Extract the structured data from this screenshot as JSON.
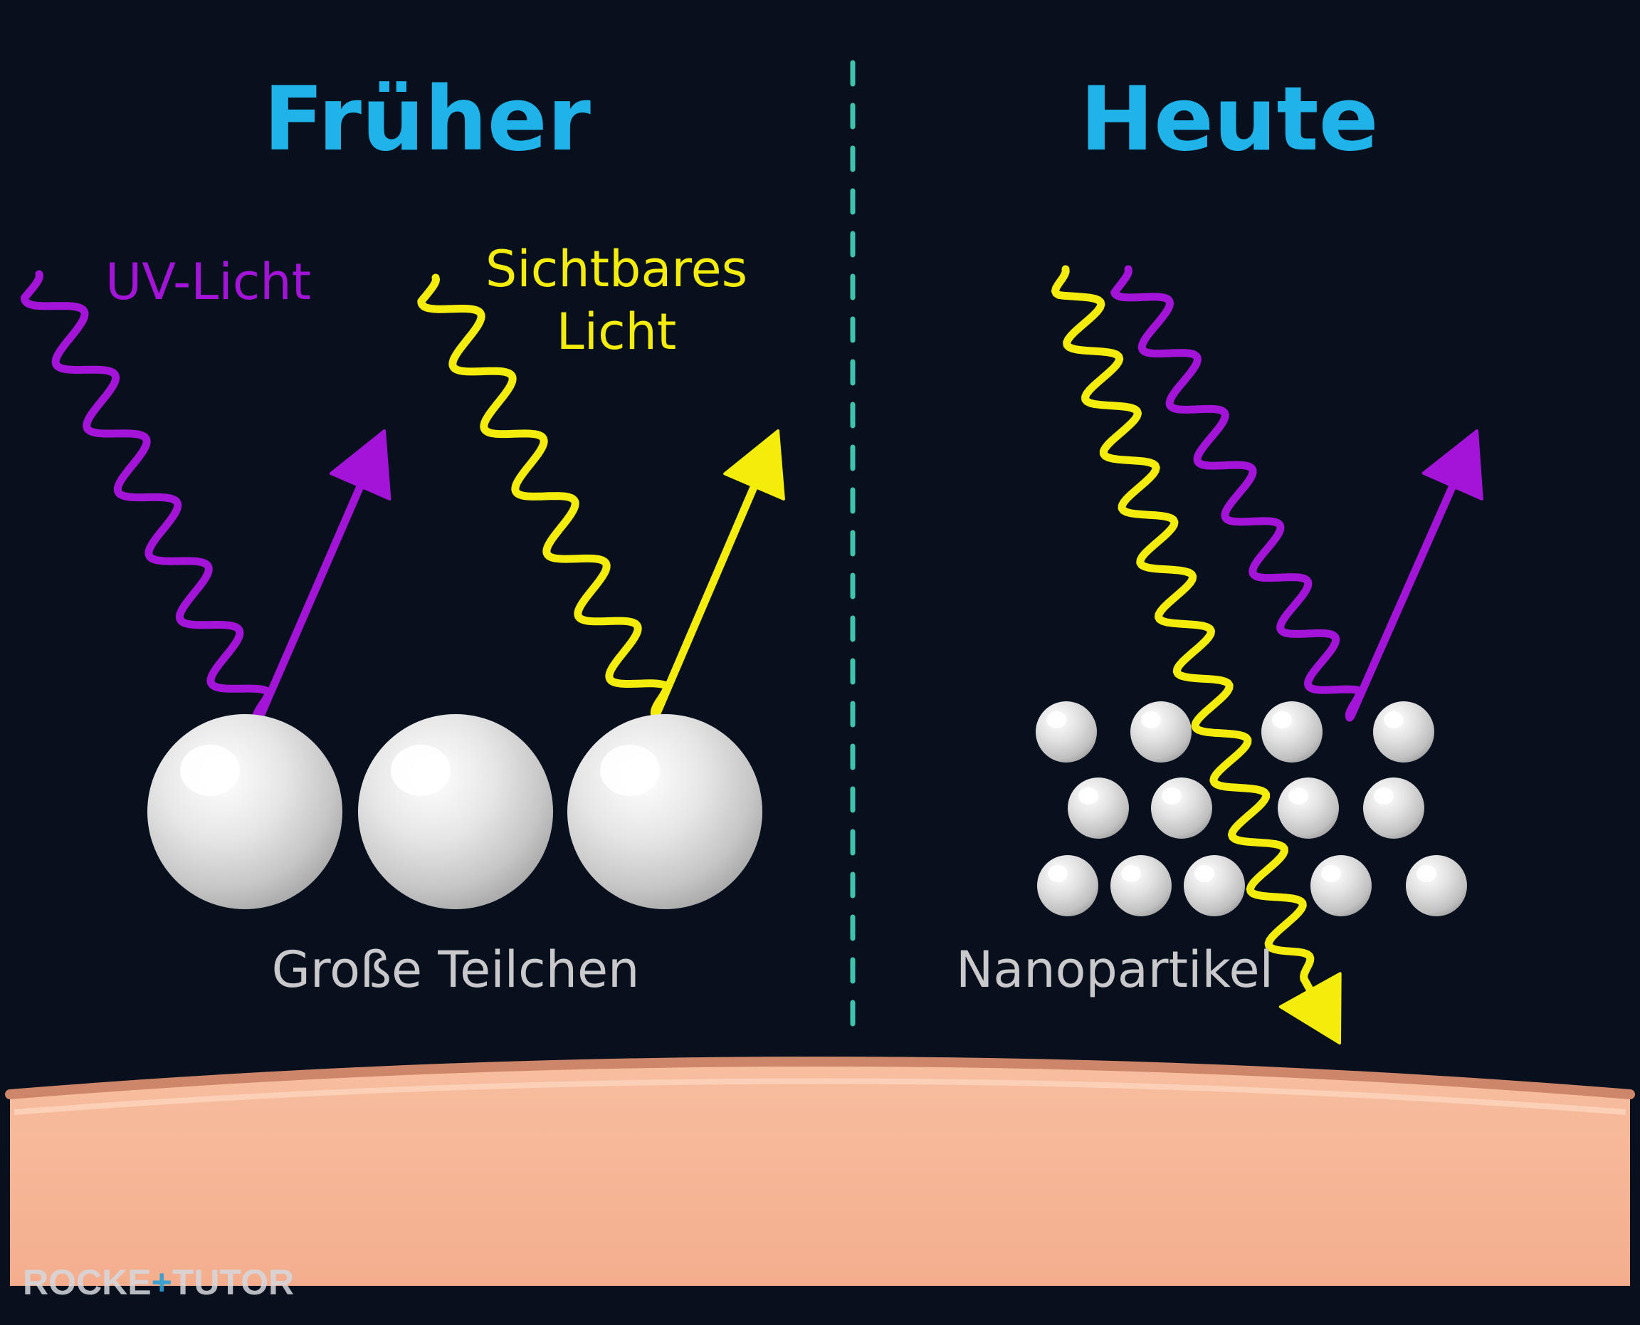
{
  "panels": {
    "left": {
      "title": "Früher",
      "caption": "Große Teilchen"
    },
    "right": {
      "title": "Heute",
      "caption": "Nanopartikel"
    }
  },
  "labels": {
    "uv": "UV-Licht",
    "visible_line1": "Sichtbares",
    "visible_line2": "Licht"
  },
  "logo": {
    "part1": "ROCKE",
    "part2": "+",
    "part3": "TUTO",
    "part4": "R"
  },
  "colors": {
    "background": "#07101c",
    "title": "#1fb3ea",
    "uv": "#a313d8",
    "visible": "#f4ec0b",
    "divider": "#3ec3ac",
    "particle": "#d8d8d8",
    "caption": "#c9c9cc",
    "skin": "#f4b092",
    "skin_edge": "#cd8669"
  }
}
